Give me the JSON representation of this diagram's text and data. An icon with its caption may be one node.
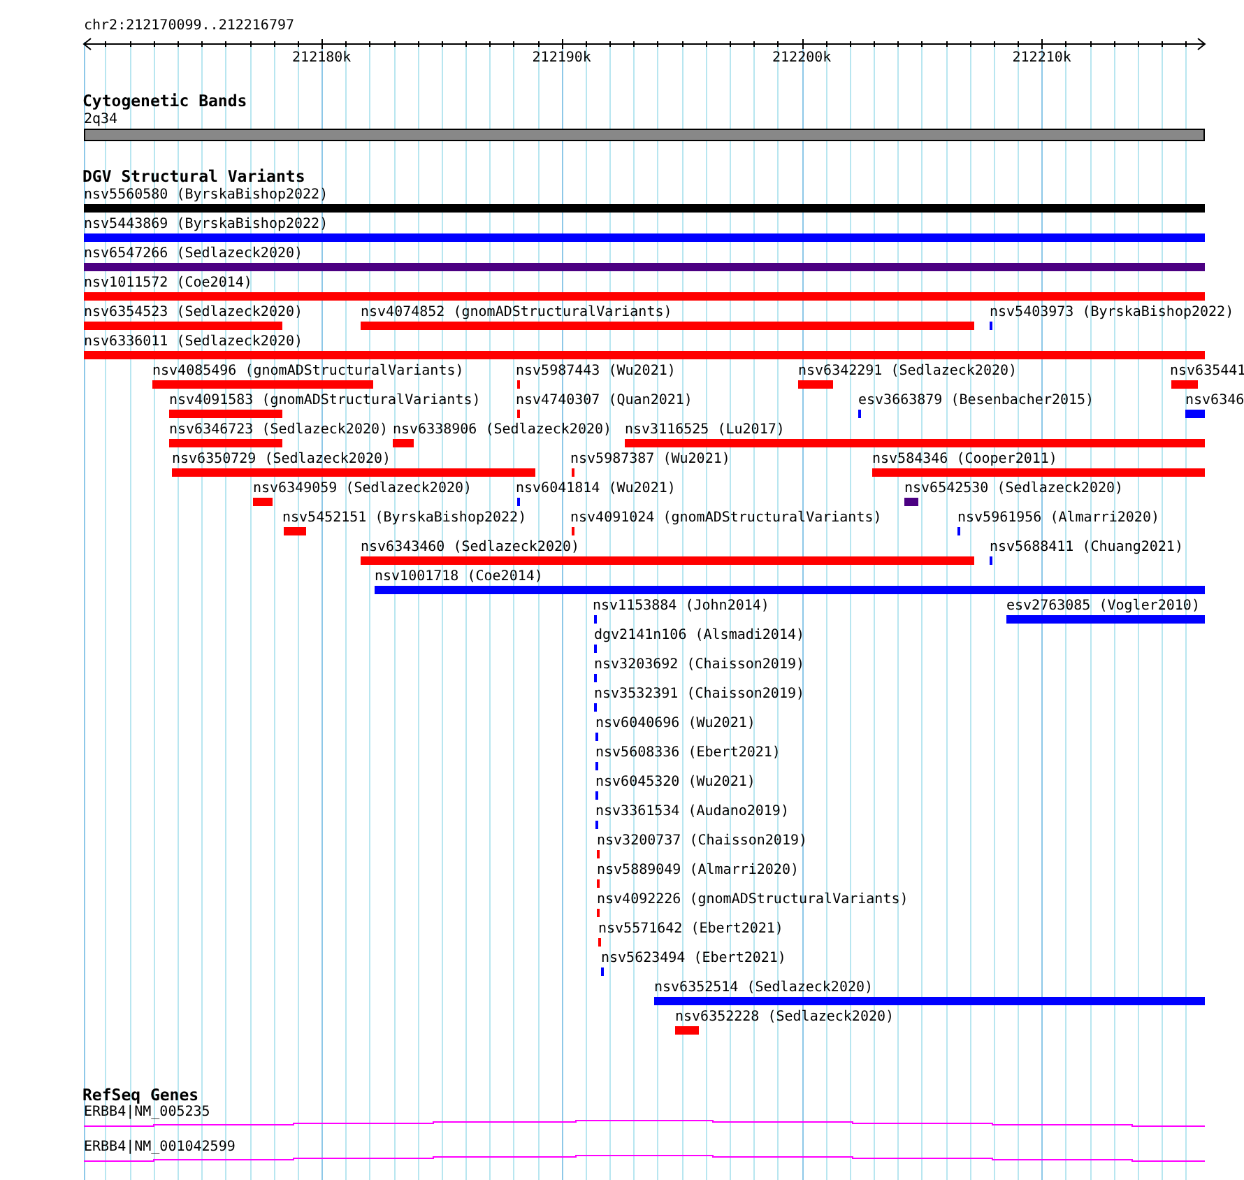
{
  "diagram": {
    "labels": [
      "chr2:212170099..212216797",
      "212180k",
      "212190k",
      "212200k",
      "212210k",
      "Cytogenetic Bands",
      "2q34",
      "DGV Structural Variants",
      "nsv5560580 (ByrskaBishop2022)",
      "nsv5443869 (ByrskaBishop2022)",
      "nsv6547266 (Sedlazeck2020)",
      "nsv1011572 (Coe2014)",
      "nsv6354523 (Sedlazeck2020)",
      "nsv4074852 (gnomADStructuralVariants)",
      "nsv5403973 (ByrskaBishop2022)",
      "nsv6336011 (Sedlazeck2020)",
      "nsv4085496 (gnomADStructuralVariants)",
      "nsv5987443 (Wu2021)",
      "nsv6342291 (Sedlazeck2020)",
      "nsv635441",
      "nsv4091583 (gnomADStructuralVariants)",
      "nsv4740307 (Quan2021)",
      "esv3663879 (Besenbacher2015)",
      "nsv6346",
      "nsv6346723 (Sedlazeck2020)",
      "nsv6338906 (Sedlazeck2020)",
      "nsv3116525 (Lu2017)",
      "nsv6350729 (Sedlazeck2020)",
      "nsv5987387 (Wu2021)",
      "nsv584346 (Cooper2011)",
      "nsv6349059 (Sedlazeck2020)",
      "nsv6041814 (Wu2021)",
      "nsv6542530 (Sedlazeck2020)",
      "nsv5452151 (ByrskaBishop2022)",
      "nsv4091024 (gnomADStructuralVariants)",
      "nsv5961956 (Almarri2020)",
      "nsv6343460 (Sedlazeck2020)",
      "nsv5688411 (Chuang2021)",
      "nsv1001718 (Coe2014)",
      "nsv1153884 (John2014)",
      "esv2763085 (Vogler2010)",
      "dgv2141n106 (Alsmadi2014)",
      "nsv3203692 (Chaisson2019)",
      "nsv3532391 (Chaisson2019)",
      "nsv6040696 (Wu2021)",
      "nsv5608336 (Ebert2021)",
      "nsv6045320 (Wu2021)",
      "nsv3361534 (Audano2019)",
      "nsv3200737 (Chaisson2019)",
      "nsv5889049 (Almarri2020)",
      "nsv4092226 (gnomADStructuralVariants)",
      "nsv5571642 (Ebert2021)",
      "nsv5623494 (Ebert2021)",
      "nsv6352514 (Sedlazeck2020)",
      "nsv6352228 (Sedlazeck2020)",
      "RefSeq Genes",
      "ERBB4|NM_005235",
      "ERBB4|NM_001042599"
    ]
  }
}
